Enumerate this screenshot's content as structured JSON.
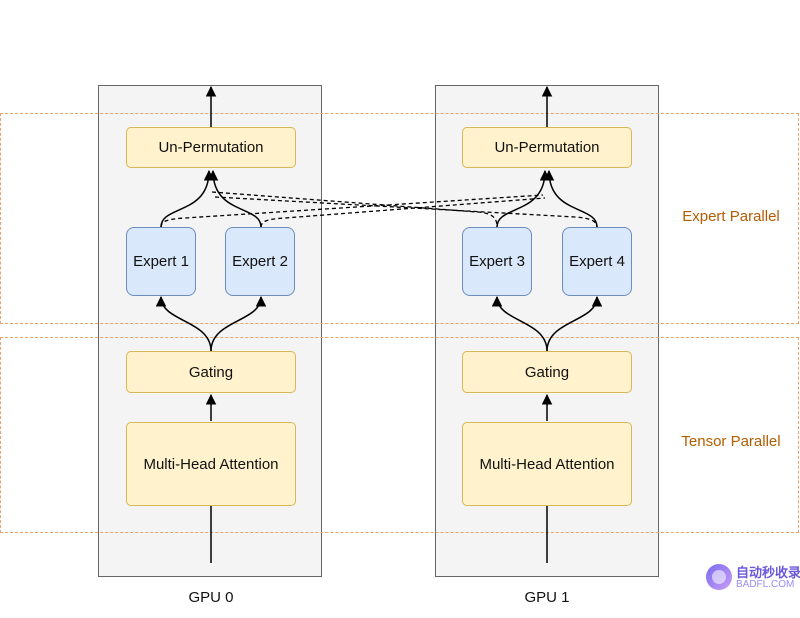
{
  "regions": {
    "expert_parallel": "Expert Parallel",
    "tensor_parallel": "Tensor Parallel"
  },
  "gpus": [
    {
      "label": "GPU 0",
      "unpermutation": "Un-Permutation",
      "experts": [
        "Expert 1",
        "Expert 2"
      ],
      "gating": "Gating",
      "attention": "Multi-Head Attention"
    },
    {
      "label": "GPU 1",
      "unpermutation": "Un-Permutation",
      "experts": [
        "Expert 3",
        "Expert 4"
      ],
      "gating": "Gating",
      "attention": "Multi-Head Attention"
    }
  ],
  "watermark": {
    "title": "自动秒收录",
    "subtitle": "BADFL.COM"
  },
  "colors": {
    "box_yellow_fill": "#fff2cc",
    "box_yellow_border": "#d6b656",
    "box_blue_fill": "#dae8fc",
    "box_blue_border": "#6c8ebf",
    "region_border": "#e8a46a",
    "region_label": "#b35c00"
  }
}
